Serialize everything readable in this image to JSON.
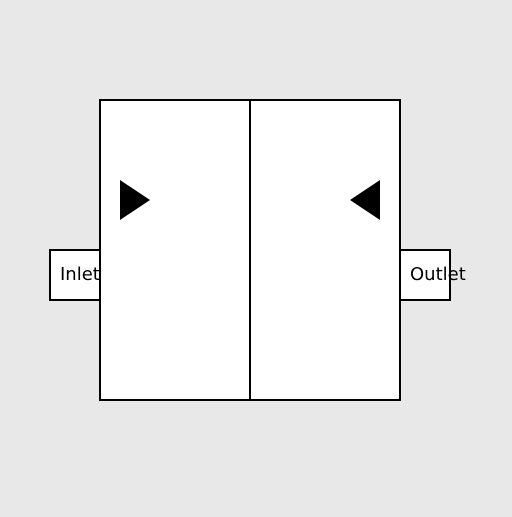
{
  "diagram": {
    "background_color": "#e8e8e8",
    "fill_color": "#ffffff",
    "stroke_color": "#000000",
    "ports": {
      "inlet": {
        "label": "Inlet",
        "arrow_direction": "right"
      },
      "outlet": {
        "label": "Outlet",
        "arrow_direction": "left"
      }
    }
  }
}
